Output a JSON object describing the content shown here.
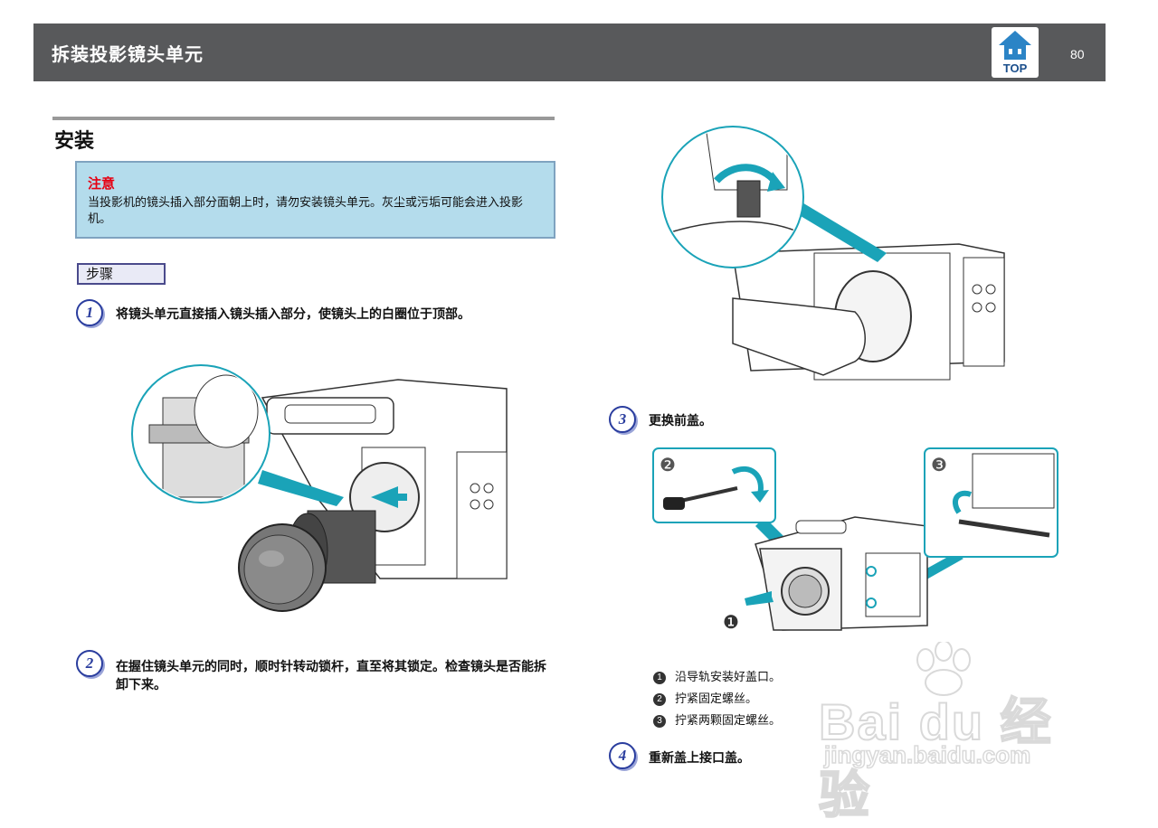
{
  "header": {
    "title": "拆装投影镜头单元",
    "page_number": "80",
    "top_label": "TOP"
  },
  "section": {
    "title": "安装"
  },
  "caution": {
    "title": "注意",
    "text": "当投影机的镜头插入部分面朝上时，请勿安装镜头单元。灰尘或污垢可能会进入投影机。"
  },
  "steps_label": "步骤",
  "steps": [
    {
      "number": "1",
      "text": "将镜头单元直接插入镜头插入部分，使镜头上的白圈位于顶部。"
    },
    {
      "number": "2",
      "text": "在握住镜头单元的同时，顺时针转动锁杆，直至将其锁定。检查镜头是否能拆卸下来。"
    },
    {
      "number": "3",
      "text": "更换前盖。"
    },
    {
      "number": "4",
      "text": "重新盖上接口盖。"
    }
  ],
  "callouts": [
    "❶",
    "❷",
    "❸"
  ],
  "sub_items": [
    {
      "marker": "1",
      "text": "沿导轨安装好盖口。"
    },
    {
      "marker": "2",
      "text": "拧紧固定螺丝。"
    },
    {
      "marker": "3",
      "text": "拧紧两颗固定螺丝。"
    }
  ],
  "watermark": {
    "main": "Bai du 经验",
    "sub": "jingyan.baidu.com"
  },
  "colors": {
    "header_bg": "#58595b",
    "caution_bg": "#b4dcec",
    "caution_title": "#e60012",
    "accent": "#2a3d9e",
    "teal": "#1aa3b8"
  }
}
